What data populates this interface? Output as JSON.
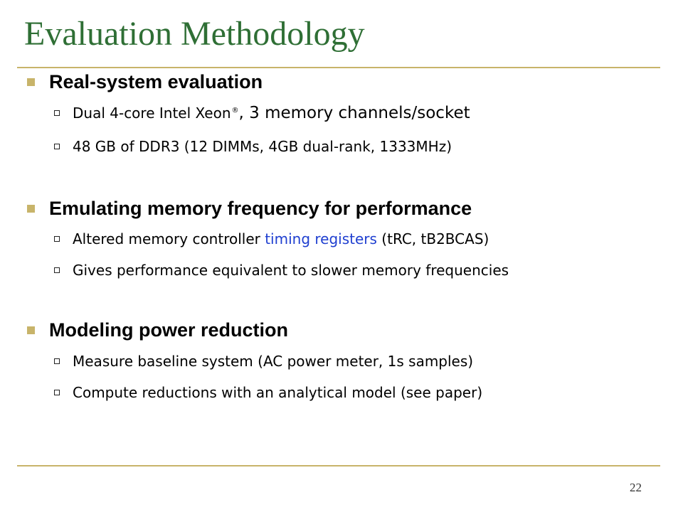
{
  "slide": {
    "title": "Evaluation Methodology",
    "page_number": "22",
    "colors": {
      "title": "#2f6f35",
      "accent_rule": "#c8b46a",
      "highlight": "#1f3fd0"
    },
    "sections": [
      {
        "heading": "Real-system evaluation",
        "items": [
          {
            "part1": "Dual 4-core Intel Xeon",
            "reg": "®",
            "part2": ", 3 memory channels/socket"
          },
          {
            "text": "48 GB of DDR3 (12 DIMMs, 4GB dual-rank, 1333MHz)"
          }
        ]
      },
      {
        "heading": "Emulating memory frequency for performance",
        "items": [
          {
            "before": "Altered memory controller ",
            "highlight": "timing registers",
            "after": " (tRC, tB2BCAS)"
          },
          {
            "text": "Gives performance equivalent to slower memory frequencies"
          }
        ]
      },
      {
        "heading": "Modeling power reduction",
        "items": [
          {
            "text": "Measure baseline system (AC power meter, 1s samples)"
          },
          {
            "text": "Compute reductions with an analytical model (see paper)"
          }
        ]
      }
    ]
  }
}
